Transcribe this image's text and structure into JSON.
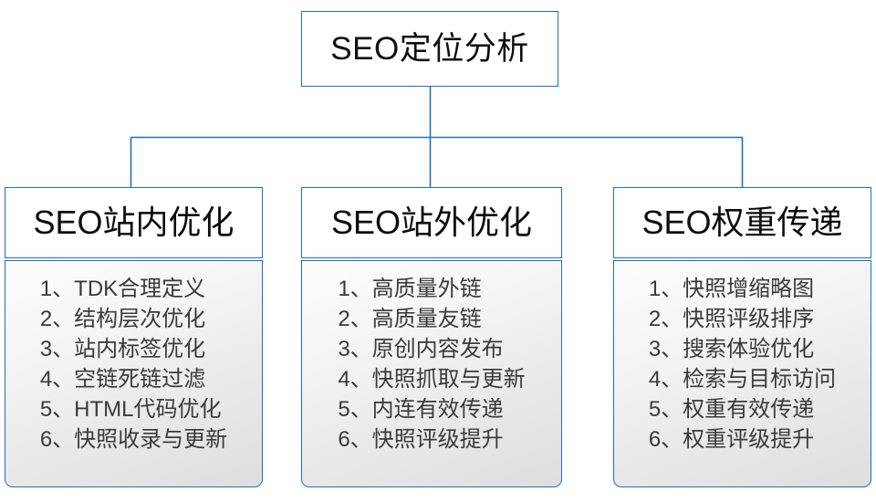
{
  "diagram": {
    "root": {
      "title": "SEO定位分析"
    },
    "accent_color": "#1f6fc4",
    "columns": [
      {
        "header": "SEO站内优化",
        "items": [
          "1、TDK合理定义",
          "2、结构层次优化",
          "3、站内标签优化",
          "4、空链死链过滤",
          "5、HTML代码优化",
          "6、快照收录与更新"
        ]
      },
      {
        "header": "SEO站外优化",
        "items": [
          "1、高质量外链",
          "2、高质量友链",
          "3、原创内容发布",
          "4、快照抓取与更新",
          "5、内连有效传递",
          "6、快照评级提升"
        ]
      },
      {
        "header": "SEO权重传递",
        "items": [
          "1、快照增缩略图",
          "2、快照评级排序",
          "3、搜索体验优化",
          "4、检索与目标访问",
          "5、权重有效传递",
          "6、权重评级提升"
        ]
      }
    ]
  }
}
